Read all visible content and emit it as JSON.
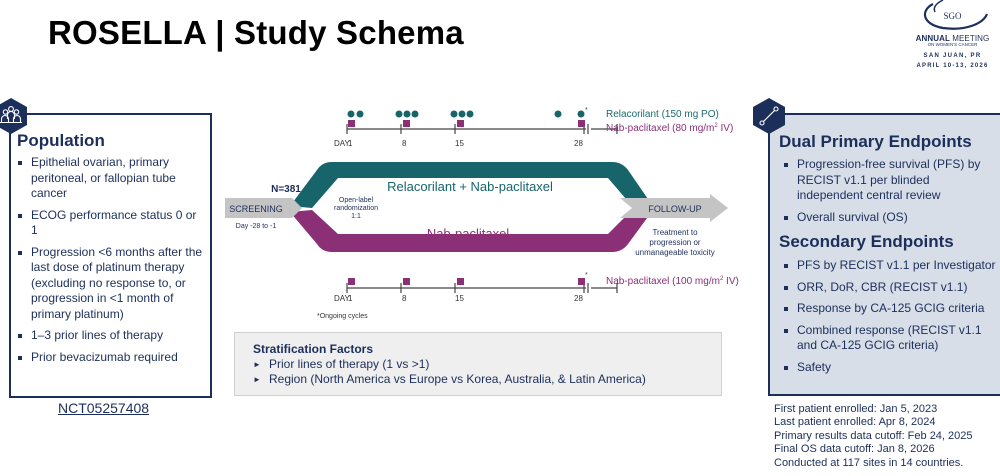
{
  "header": {
    "title": "ROSELLA | Study Schema"
  },
  "logo": {
    "mark": "SGO",
    "line1_bold": "ANNUAL",
    "line1_light": "MEETING",
    "line2": "ON WOMEN'S CANCER",
    "location": "SAN JUAN, PR",
    "dates": "APRIL 10-13, 2026"
  },
  "population": {
    "icon": "people-group-icon",
    "title": "Population",
    "items": [
      "Epithelial ovarian, primary peritoneal, or fallopian tube cancer",
      "ECOG performance status 0 or 1",
      "Progression <6 months after the last dose of platinum therapy (excluding no response to, or progression in <1 month of primary platinum)",
      "1–3 prior lines of therapy",
      "Prior bevacizumab required"
    ],
    "trial_id": "NCT05257408"
  },
  "schema": {
    "n_label": "N=381",
    "screening_label": "SCREENING",
    "screening_days": "Day -28 to -1",
    "randomization": [
      "Open-label",
      "randomization",
      "1:1"
    ],
    "arm1_label": "Relacorilant + Nab-paclitaxel",
    "arm2_label": "Nab-paclitaxel",
    "followup_label": "FOLLOW-UP",
    "followup_note": [
      "Treatment to",
      "progression or",
      "unmanageable toxicity"
    ],
    "day_label": "DAY",
    "days": [
      "1",
      "8",
      "15",
      "28"
    ],
    "top_legend": {
      "relacorilant": "Relacorilant (150 mg PO)",
      "nab_prefix": "Nab-paclitaxel (80 mg/m",
      "nab_suffix": " IV)",
      "sup": "2"
    },
    "bottom_legend": {
      "nab_prefix": "Nab-paclitaxel (100 mg/m",
      "nab_suffix": " IV)",
      "sup": "2"
    },
    "asterisk": "*",
    "footnote": "*Ongoing cycles",
    "colors": {
      "arm1": "#17646a",
      "arm2": "#8b2f76",
      "grey": "#c4c4c4"
    }
  },
  "stratification": {
    "title": "Stratification Factors",
    "items": [
      "Prior lines of therapy (1 vs >1)",
      "Region (North America vs Europe vs Korea, Australia, & Latin America)"
    ]
  },
  "endpoints": {
    "icon": "connection-line-icon",
    "primary_title": "Dual Primary Endpoints",
    "primary_items": [
      "Progression-free survival (PFS) by RECIST v1.1 per blinded independent central review",
      "Overall survival (OS)"
    ],
    "secondary_title": "Secondary Endpoints",
    "secondary_items": [
      "PFS by RECIST v1.1 per Investigator",
      "ORR, DoR, CBR (RECIST v1.1)",
      "Response by CA-125 GCIG criteria",
      "Combined response (RECIST v1.1 and CA-125 GCIG criteria)",
      "Safety"
    ]
  },
  "study_notes": [
    "First patient enrolled: Jan 5, 2023",
    "Last patient enrolled: Apr 8, 2024",
    "Primary results data cutoff: Feb 24, 2025",
    "Final OS data cutoff: Jan 8, 2026",
    "Conducted at 117 sites in 14 countries."
  ]
}
